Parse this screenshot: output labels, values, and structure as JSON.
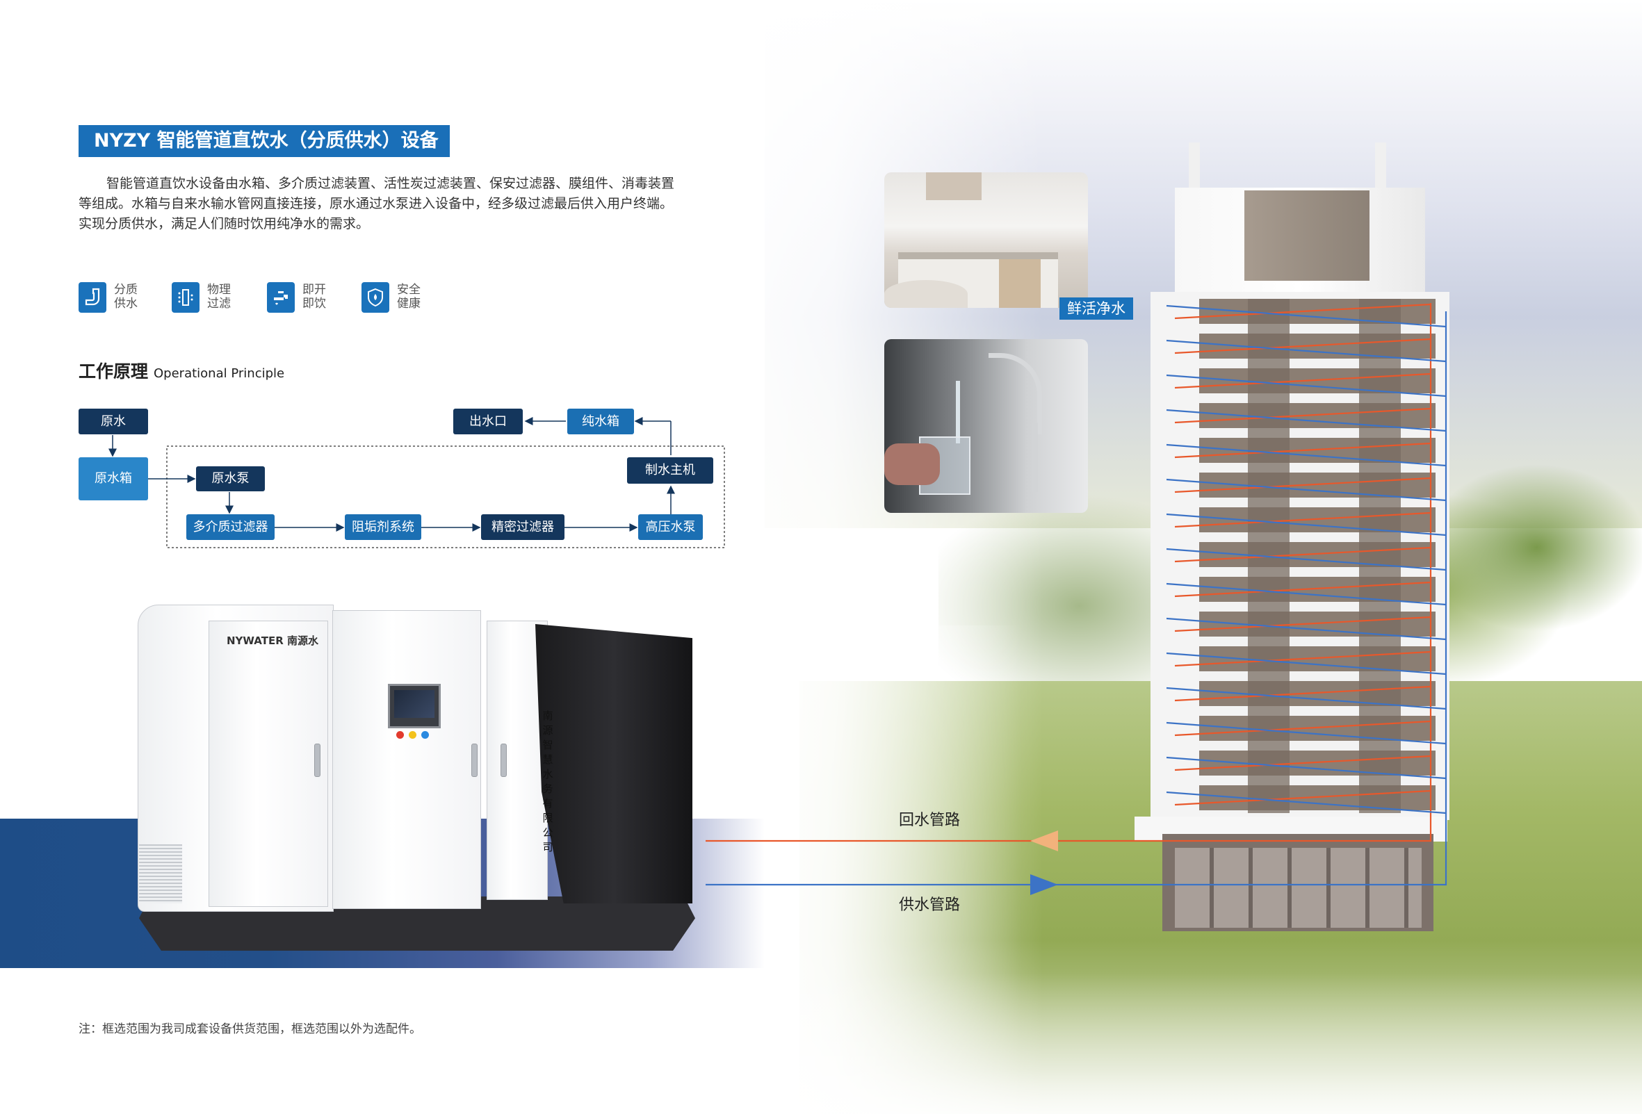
{
  "title": "NYZY 智能管道直饮水（分质供水）设备",
  "description": "智能管道直饮水设备由水箱、多介质过滤装置、活性炭过滤装置、保安过滤器、膜组件、消毒装置等组成。水箱与自来水输水管网直接连接，原水通过水泵进入设备中，经多级过滤最后供入用户终端。实现分质供水，满足人们随时饮用纯净水的需求。",
  "features": [
    {
      "line1": "分质",
      "line2": "供水",
      "icon": "pipe-icon"
    },
    {
      "line1": "物理",
      "line2": "过滤",
      "icon": "filter-icon"
    },
    {
      "line1": "即开",
      "line2": "即饮",
      "icon": "faucet-icon"
    },
    {
      "line1": "安全",
      "line2": "健康",
      "icon": "shield-icon"
    }
  ],
  "section": {
    "title": "工作原理",
    "subtitle": "Operational Principle"
  },
  "flow": {
    "raw_water": "原水",
    "raw_tank": "原水箱",
    "raw_pump": "原水泵",
    "multi_filter": "多介质过滤器",
    "antiscalant": "阻垢剂系统",
    "precision_filter": "精密过滤器",
    "hp_pump": "高压水泵",
    "main_unit": "制水主机",
    "pure_tank": "纯水箱",
    "outlet": "出水口"
  },
  "machine": {
    "brand": "NYWATER 南源水",
    "company": "南源智慧水务有限公司"
  },
  "callout": "鲜活净水",
  "pipes": {
    "return": "回水管路",
    "supply": "供水管路"
  },
  "colors": {
    "accent_blue": "#1a72bb",
    "dark_navy": "#14365c",
    "return_pipe": "#e8582b",
    "supply_pipe": "#3c73c6"
  },
  "note": "注：框选范围为我司成套设备供货范围，框选范围以外为选配件。"
}
